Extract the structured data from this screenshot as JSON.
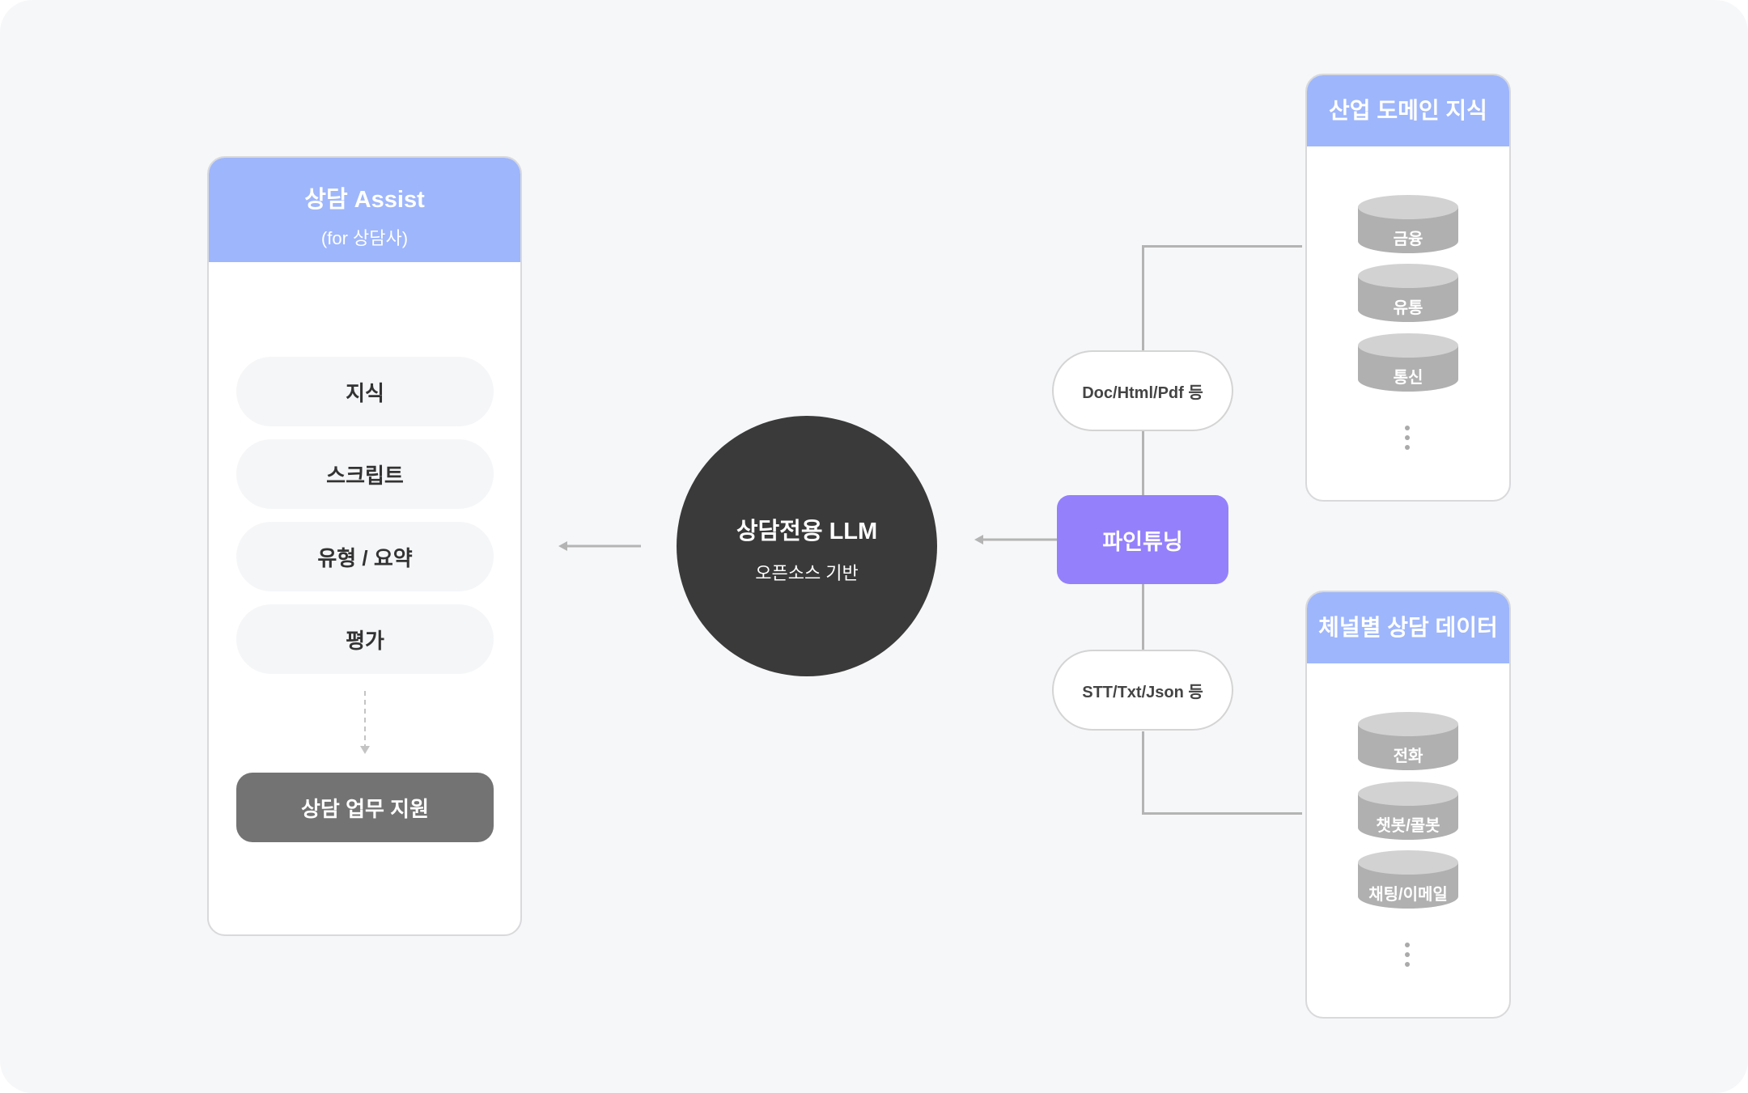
{
  "left_panel": {
    "title": "상담 Assist",
    "subtitle": "(for 상담사)",
    "items": [
      {
        "label": "지식"
      },
      {
        "label": "스크립트"
      },
      {
        "label": "유형 / 요약"
      },
      {
        "label": "평가"
      }
    ],
    "result_button": "상담 업무 지원"
  },
  "center": {
    "title": "상담전용 LLM",
    "subtitle": "오픈소스 기반"
  },
  "fine_tuning": {
    "label": "파인튜닝"
  },
  "formats": {
    "doc": "Doc/Html/Pdf 등",
    "stt": "STT/Txt/Json 등"
  },
  "domain_panel": {
    "title": "산업 도메인 지식",
    "databases": [
      {
        "label": "금융"
      },
      {
        "label": "유통"
      },
      {
        "label": "통신"
      }
    ]
  },
  "channel_panel": {
    "title": "체널별 상담 데이터",
    "databases": [
      {
        "label": "전화"
      },
      {
        "label": "챗봇/콜봇"
      },
      {
        "label": "채팅/이메일"
      }
    ]
  },
  "colors": {
    "header_blue": "#9eb6fb",
    "fine_tuning_purple": "#9480fb",
    "llm_circle": "#3a3a3a",
    "result_button": "#737373",
    "database": "#b0b0b0"
  }
}
